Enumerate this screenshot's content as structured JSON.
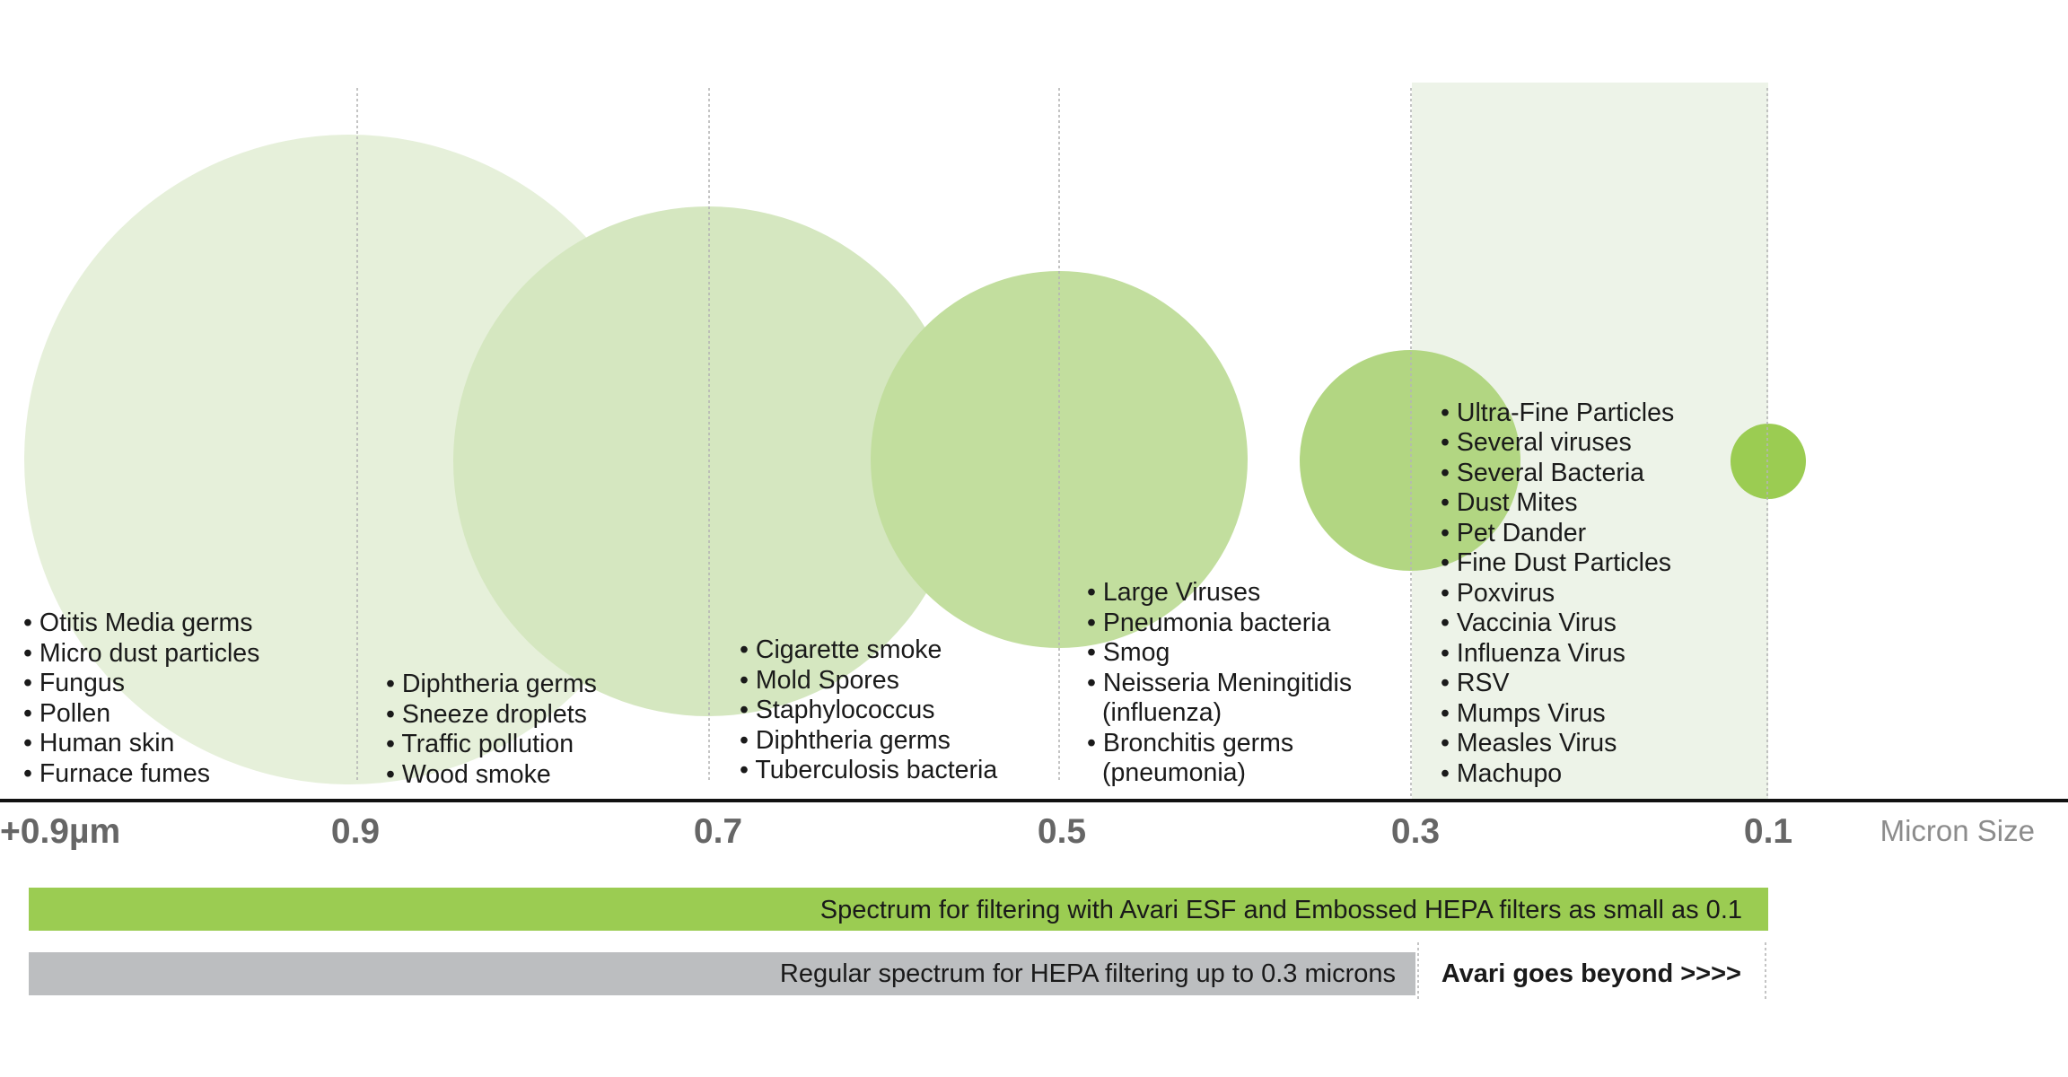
{
  "colors": {
    "highlight_region": "#edf3e8",
    "bubbles": [
      "#e6f0da",
      "#d5e7c0",
      "#c2de9e",
      "#b2d682",
      "#9bcc52"
    ],
    "green_band": "#9bcc52",
    "gray_band": "#bcbec0",
    "axis_line": "#111111",
    "divider": "#b5b5b5",
    "tick_label": "#666666",
    "axis_title": "#8c8c8c"
  },
  "axis": {
    "title": "Micron Size",
    "ticks": [
      "+0.9µm",
      "0.9",
      "0.7",
      "0.5",
      "0.3",
      "0.1"
    ]
  },
  "bubble_groups": [
    {
      "size_label": "+0.9µm",
      "items": [
        "• Otitis Media germs",
        "• Micro dust particles",
        "• Fungus",
        "• Pollen",
        "• Human skin",
        "• Furnace fumes"
      ]
    },
    {
      "size_label": "0.9",
      "items": [
        "• Diphtheria germs",
        "• Sneeze droplets",
        "• Traffic pollution",
        "• Wood smoke"
      ]
    },
    {
      "size_label": "0.7",
      "items": [
        "• Cigarette smoke",
        "• Mold Spores",
        "• Staphylococcus",
        "• Diphtheria germs",
        "• Tuberculosis bacteria"
      ]
    },
    {
      "size_label": "0.5",
      "items": [
        "• Large Viruses",
        "• Pneumonia bacteria",
        "• Smog",
        "• Neisseria Meningitidis",
        "(influenza)",
        "• Bronchitis germs",
        "(pneumonia)"
      ]
    },
    {
      "size_label": "0.3",
      "items": [
        "• Ultra-Fine Particles",
        "• Several viruses",
        "• Several Bacteria",
        "• Dust Mites",
        "• Pet Dander",
        "• Fine Dust Particles",
        "• Poxvirus",
        "• Vaccinia Virus",
        "• Influenza Virus",
        "• RSV",
        "• Mumps Virus",
        "• Measles Virus",
        "• Machupo"
      ]
    }
  ],
  "bands": {
    "avari": "Spectrum for filtering with Avari ESF and Embossed HEPA filters as small as 0.1",
    "regular": "Regular spectrum for HEPA filtering up to 0.3 microns",
    "beyond": "Avari goes beyond >>>>"
  }
}
